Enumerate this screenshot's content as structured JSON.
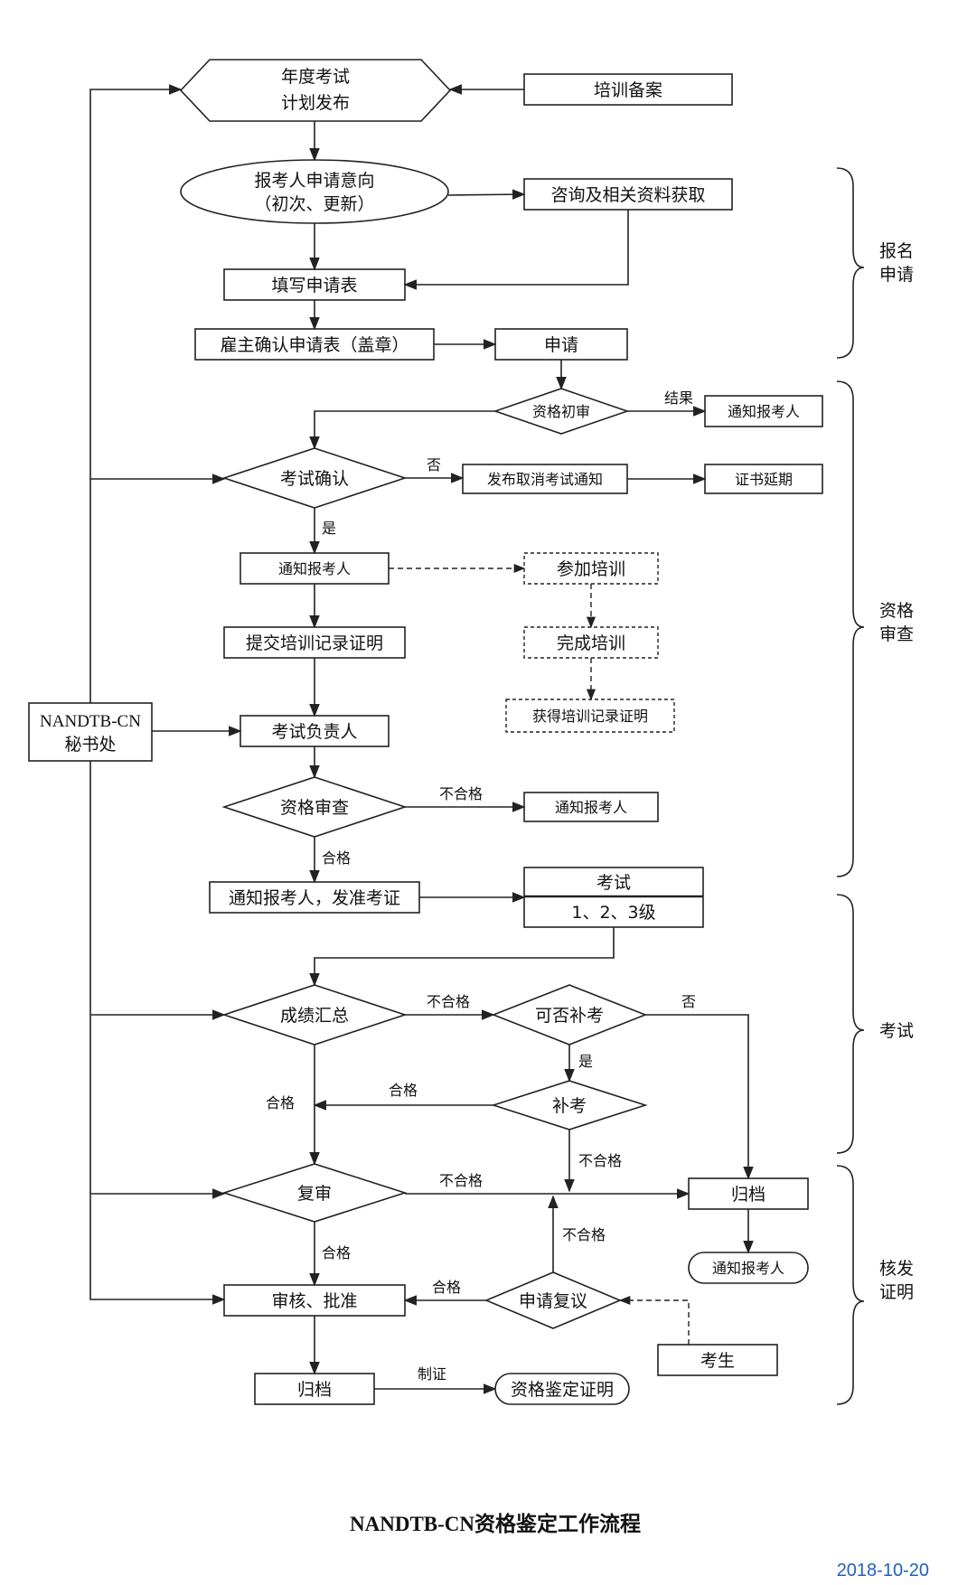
{
  "nodes": {
    "plan_l1": "年度考试",
    "plan_l2": "计划发布",
    "training_record": "培训备案",
    "intent_l1": "报考人申请意向",
    "intent_l2": "（初次、更新）",
    "consult": "咨询及相关资料获取",
    "fill_form": "填写申请表",
    "employer_confirm": "雇主确认申请表（盖章）",
    "apply": "申请",
    "prelim_review": "资格初审",
    "notify_result": "通知报考人",
    "exam_confirm": "考试确认",
    "cancel_notice": "发布取消考试通知",
    "cert_extend": "证书延期",
    "notify_candidate": "通知报考人",
    "attend_training": "参加培训",
    "submit_training": "提交培训记录证明",
    "complete_training": "完成培训",
    "secretariat_l1": "NANDTB-CN",
    "secretariat_l2": "秘书处",
    "obtain_training_cert": "获得培训记录证明",
    "exam_officer": "考试负责人",
    "qual_review": "资格审查",
    "notify_fail": "通知报考人",
    "notify_admit": "通知报考人，发准考证",
    "exam_title": "考试",
    "exam_levels": "1、2、3级",
    "score_summary": "成绩汇总",
    "can_retake": "可否补考",
    "retake": "补考",
    "recheck": "复审",
    "archive_right": "归档",
    "notify_archive": "通知报考人",
    "approve": "审核、批准",
    "apply_reconsider": "申请复议",
    "candidate": "考生",
    "archive_bottom": "归档",
    "cert_qualification": "资格鉴定证明"
  },
  "edge_labels": {
    "result": "结果",
    "no_exam": "否",
    "yes_exam": "是",
    "fail_review": "不合格",
    "pass_review": "合格",
    "fail_score": "不合格",
    "no_retake": "否",
    "yes_retake": "是",
    "pass_retake": "合格",
    "pass_left": "合格",
    "fail_retake": "不合格",
    "fail_recheck": "不合格",
    "fail_reconsider": "不合格",
    "pass_recheck": "合格",
    "pass_reconsider": "合格",
    "issue_cert": "制证"
  },
  "phases": {
    "signup_l1": "报名",
    "signup_l2": "申请",
    "qualify_l1": "资格",
    "qualify_l2": "审查",
    "exam": "考试",
    "issue_l1": "核发",
    "issue_l2": "证明"
  },
  "title": "NANDTB-CN资格鉴定工作流程",
  "date": "2018-10-20",
  "colors": {
    "date": "#1f5fbf",
    "stroke": "#222222"
  }
}
